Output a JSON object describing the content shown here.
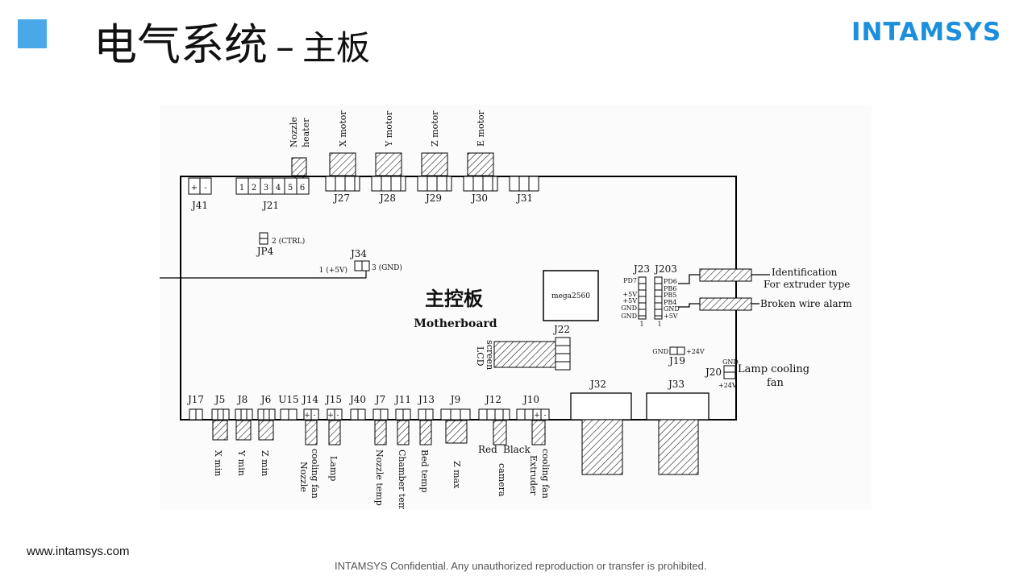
{
  "header": {
    "title_main": "电气系统",
    "title_dash": "–",
    "title_sub": "主板",
    "logo": "INTAMSYS"
  },
  "footer": {
    "website": "www.intamsys.com",
    "confidential": "INTAMSYS  Confidential. Any unauthorized reproduction or transfer is prohibited."
  },
  "diagram": {
    "board_label_cn": "主控板",
    "board_label_en": "Motherboard",
    "chip_label": "mega2560",
    "top_labels": {
      "nozzle_heater": [
        "Nozzle",
        "heater"
      ],
      "x_motor": "X motor",
      "y_motor": "Y motor",
      "z_motor": "Z motor",
      "e_motor": "E motor"
    },
    "top_connectors": {
      "j41": "J41",
      "j41_plus": "+",
      "j41_minus": "-",
      "j21": "J21",
      "j21_pins": [
        "1",
        "2",
        "3",
        "4",
        "5",
        "6"
      ],
      "j27": "J27",
      "j28": "J28",
      "j29": "J29",
      "j30": "J30",
      "j31": "J31"
    },
    "misc": {
      "jp4": "JP4",
      "jp4_pin": "2 (CTRL)",
      "j34": "J34",
      "j34_left": "1 (+5V)",
      "j34_right": "3 (GND)",
      "j23": "J23",
      "j203": "J203",
      "j23_pins": [
        "PD7",
        "",
        "+5V",
        "+5V",
        "GND",
        "GND"
      ],
      "j203_pins": [
        "PD6",
        "PB6",
        "PB5",
        "PB4",
        "GND",
        "+5V"
      ],
      "one_left": "1",
      "one_right": "1",
      "identification": [
        "Identification",
        "For extruder type"
      ],
      "broken_wire": "Broken wire alarm",
      "j22": "J22",
      "lcd": [
        "LCD",
        "screen"
      ],
      "j19": "J19",
      "j19_gnd": "GND",
      "j19_24v": "+24V",
      "j20": "J20",
      "j20_gnd": "GND",
      "j20_24v": "+24V",
      "lamp_cooling": [
        "Lamp cooling",
        "fan"
      ],
      "j32": "J32",
      "j33": "J33"
    },
    "bottom_connectors": [
      "J17",
      "J5",
      "J8",
      "J6",
      "U15",
      "J14",
      "J15",
      "J40",
      "J7",
      "J11",
      "J13",
      "J9",
      "J12",
      "J10"
    ],
    "bottom_labels": {
      "x_min": "X min",
      "y_min": "Y min",
      "z_min": "Z min",
      "nozzle_fan": [
        "Nozzle",
        "cooling fan"
      ],
      "lamp": "Lamp",
      "nozzle_temp": "Nozzle temp",
      "chamber_temp": "Chamber temp",
      "bed_temp": "Bed temp",
      "z_max": "Z max",
      "red": "Red",
      "black": "Black",
      "camera": "camera",
      "extruder_fan": [
        "Extruder",
        "cooling fan"
      ],
      "plus": "+",
      "minus": "-"
    }
  }
}
